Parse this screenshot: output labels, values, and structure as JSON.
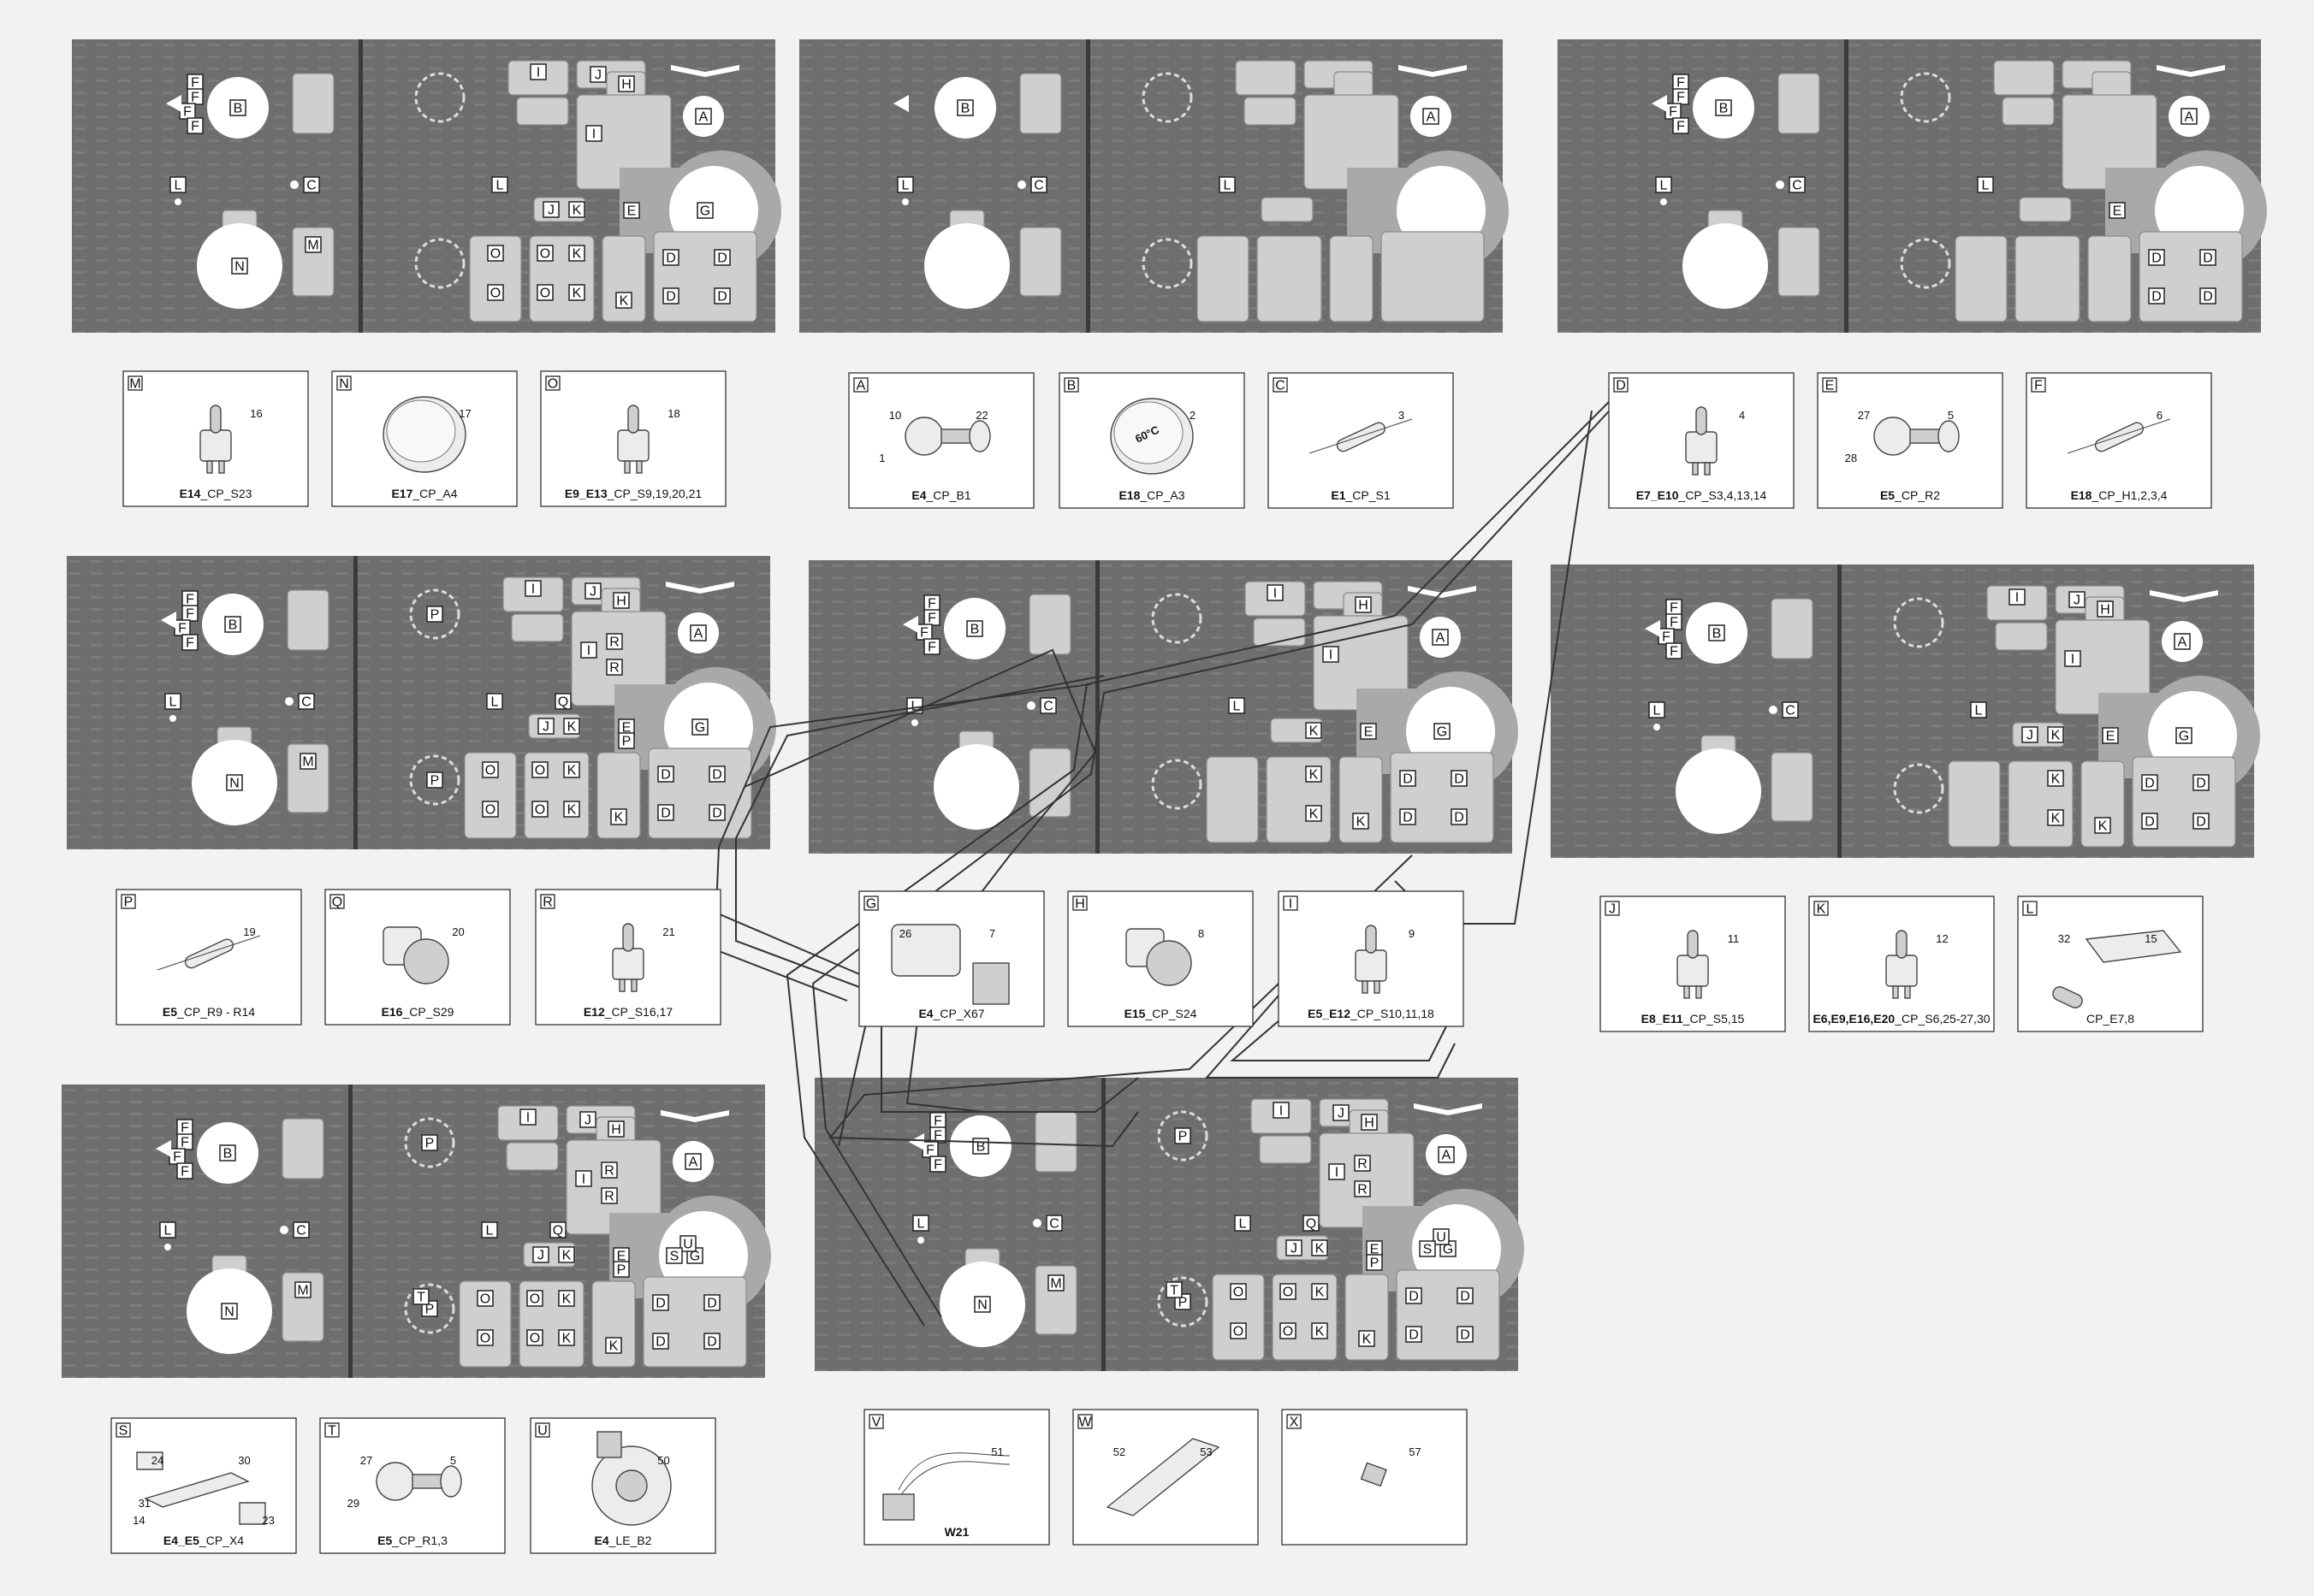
{
  "panels": [
    {
      "labels": {
        "B": "B",
        "F": "F",
        "L": "L",
        "C": "C",
        "N": "N",
        "M": "M",
        "I": "I",
        "J": "J",
        "K": "K",
        "H": "H",
        "A": "A",
        "E": "E",
        "G": "G",
        "O": "O",
        "D": "D"
      }
    },
    {
      "labels": {
        "B": "B",
        "F": "",
        "L": "L",
        "C": "C",
        "N": "",
        "M": "",
        "I": "",
        "J": "",
        "K": "",
        "H": "",
        "A": "A",
        "E": "",
        "G": "",
        "O": "",
        "D": ""
      }
    },
    {
      "labels": {
        "B": "B",
        "F": "F",
        "L": "L",
        "C": "C",
        "N": "",
        "M": "",
        "I": "",
        "J": "",
        "K": "",
        "H": "",
        "A": "A",
        "E": "E",
        "G": "",
        "O": "",
        "D": "D"
      }
    },
    {
      "labels": {
        "B": "B",
        "F": "F",
        "L": "L",
        "C": "C",
        "N": "N",
        "M": "M",
        "I": "I",
        "J": "J",
        "K": "K",
        "H": "H",
        "A": "A",
        "E": "E",
        "G": "G",
        "O": "O",
        "D": "D",
        "P": "P",
        "Q": "Q",
        "R": "R"
      }
    },
    {
      "labels": {
        "B": "B",
        "F": "F",
        "L": "L",
        "C": "C",
        "N": "",
        "M": "",
        "I": "I",
        "J": "",
        "K": "K",
        "H": "H",
        "A": "A",
        "E": "E",
        "G": "G",
        "O": "",
        "D": "D"
      }
    },
    {
      "labels": {
        "B": "B",
        "F": "F",
        "L": "L",
        "C": "C",
        "N": "",
        "M": "",
        "I": "I",
        "J": "J",
        "K": "K",
        "H": "H",
        "A": "A",
        "E": "E",
        "G": "G",
        "O": "",
        "D": "D"
      }
    },
    {
      "labels": {
        "B": "B",
        "F": "F",
        "L": "L",
        "C": "C",
        "N": "N",
        "M": "M",
        "I": "I",
        "J": "J",
        "K": "K",
        "H": "H",
        "A": "A",
        "E": "E",
        "G": "G",
        "O": "O",
        "D": "D",
        "P": "P",
        "Q": "Q",
        "R": "R",
        "T": "T",
        "U": "U",
        "S": "S"
      }
    },
    {
      "labels": {
        "B": "B",
        "F": "F",
        "L": "L",
        "C": "C",
        "N": "N",
        "M": "M",
        "I": "I",
        "J": "J",
        "K": "K",
        "H": "H",
        "A": "A",
        "E": "E",
        "G": "G",
        "O": "O",
        "D": "D",
        "P": "P",
        "Q": "Q",
        "R": "R",
        "T": "T",
        "U": "U",
        "S": "S"
      }
    }
  ],
  "callouts": [
    {
      "letter": "M",
      "caption_bold": "E14",
      "caption": "_CP_S23",
      "nums": [
        "16"
      ]
    },
    {
      "letter": "N",
      "caption_bold": "E17",
      "caption": "_CP_A4",
      "nums": [
        "17"
      ]
    },
    {
      "letter": "O",
      "caption_bold": "E9_E13",
      "caption": "_CP_S9,19,20,21",
      "nums": [
        "18"
      ]
    },
    {
      "letter": "A",
      "caption_bold": "E4",
      "caption": "_CP_B1",
      "nums": [
        "22",
        "10",
        "1"
      ]
    },
    {
      "letter": "B",
      "caption_bold": "E18",
      "caption": "_CP_A3",
      "nums": [
        "2"
      ],
      "dial": "60°C"
    },
    {
      "letter": "C",
      "caption_bold": "E1",
      "caption": "_CP_S1",
      "nums": [
        "3"
      ]
    },
    {
      "letter": "D",
      "caption_bold": "E7_E10",
      "caption": "_CP_S3,4,13,14",
      "nums": [
        "4"
      ]
    },
    {
      "letter": "E",
      "caption_bold": "E5",
      "caption": "_CP_R2",
      "nums": [
        "5",
        "27",
        "28"
      ]
    },
    {
      "letter": "F",
      "caption_bold": "E18",
      "caption": "_CP_H1,2,3,4",
      "nums": [
        "6"
      ]
    },
    {
      "letter": "P",
      "caption_bold": "E5",
      "caption": "_CP_R9 - R14",
      "nums": [
        "19"
      ]
    },
    {
      "letter": "Q",
      "caption_bold": "E16",
      "caption": "_CP_S29",
      "nums": [
        "20"
      ]
    },
    {
      "letter": "R",
      "caption_bold": "E12",
      "caption": "_CP_S16,17",
      "nums": [
        "21"
      ]
    },
    {
      "letter": "G",
      "caption_bold": "E4",
      "caption": "_CP_X67",
      "nums": [
        "7",
        "26"
      ]
    },
    {
      "letter": "H",
      "caption_bold": "E15",
      "caption": "_CP_S24",
      "nums": [
        "8"
      ]
    },
    {
      "letter": "I",
      "caption_bold": "E5_E12",
      "caption": "_CP_S10,11,18",
      "nums": [
        "9"
      ]
    },
    {
      "letter": "J",
      "caption_bold": "E8_E11",
      "caption": "_CP_S5,15",
      "nums": [
        "11"
      ]
    },
    {
      "letter": "K",
      "caption_bold": "E6,E9,E16,E20",
      "caption": "_CP_S6,25-27,30",
      "nums": [
        "12"
      ]
    },
    {
      "letter": "L",
      "caption_bold": "",
      "caption": "CP_E7,8",
      "nums": [
        "15",
        "32"
      ]
    },
    {
      "letter": "S",
      "caption_bold": "E4_E5",
      "caption": "_CP_X4",
      "nums": [
        "30",
        "24",
        "31",
        "14",
        "23"
      ]
    },
    {
      "letter": "T",
      "caption_bold": "E5",
      "caption": "_CP_R1,3",
      "nums": [
        "5",
        "27",
        "29"
      ]
    },
    {
      "letter": "U",
      "caption_bold": "E4",
      "caption": "_LE_B2",
      "nums": [
        "50"
      ]
    },
    {
      "letter": "V",
      "caption_bold": "W21",
      "caption": "",
      "nums": [
        "51"
      ]
    },
    {
      "letter": "W",
      "caption_bold": "",
      "caption": "",
      "nums": [
        "53",
        "52"
      ]
    },
    {
      "letter": "X",
      "caption_bold": "",
      "caption": "",
      "nums": [
        "57"
      ]
    }
  ],
  "colors": {
    "panel": "#6e6e6e",
    "separator": "#3a3a3a",
    "key": "#cfcfcf",
    "label_box": "#ffffff"
  }
}
